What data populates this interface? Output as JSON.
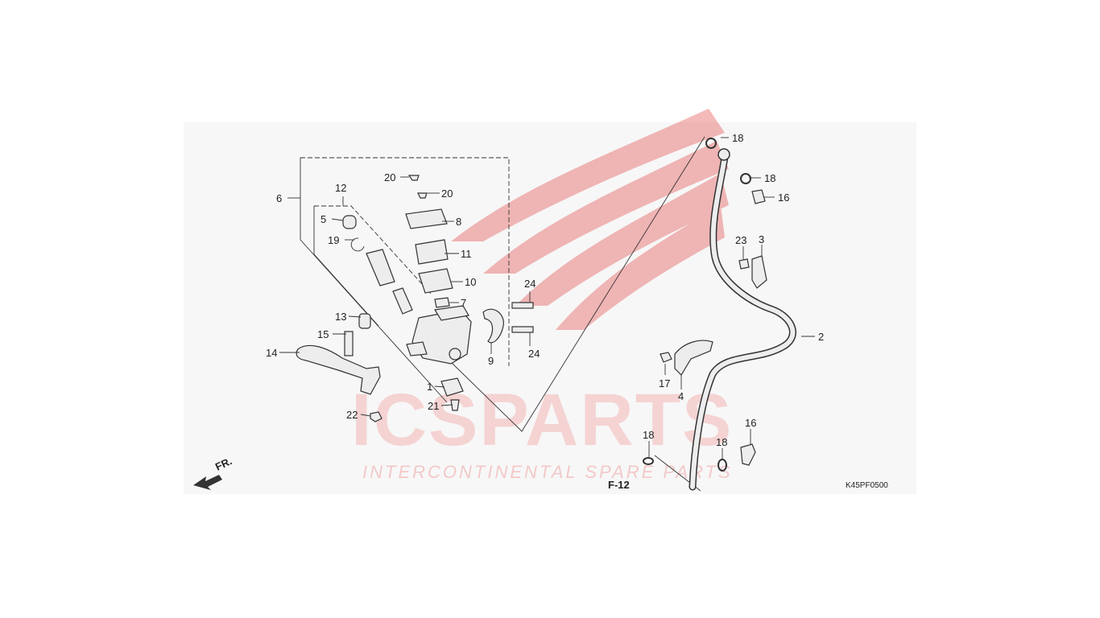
{
  "diagram": {
    "ref_code": "K45PF0500",
    "section_ref": "F-12",
    "front_marker": "FR.",
    "colors": {
      "background": "#ffffff",
      "line": "#333333",
      "part_fill": "#ededed",
      "panel": "#f7f7f7",
      "watermark": "#e23a3a"
    },
    "watermark": {
      "brand": "ICSPARTS",
      "tagline": "INTERCONTINENTAL SPARE PARTS"
    },
    "callouts": [
      "1",
      "2",
      "3",
      "4",
      "5",
      "6",
      "7",
      "8",
      "9",
      "10",
      "11",
      "12",
      "13",
      "14",
      "15",
      "16",
      "16",
      "17",
      "18",
      "18",
      "18",
      "18",
      "19",
      "20",
      "20",
      "21",
      "22",
      "23",
      "24",
      "24"
    ]
  }
}
